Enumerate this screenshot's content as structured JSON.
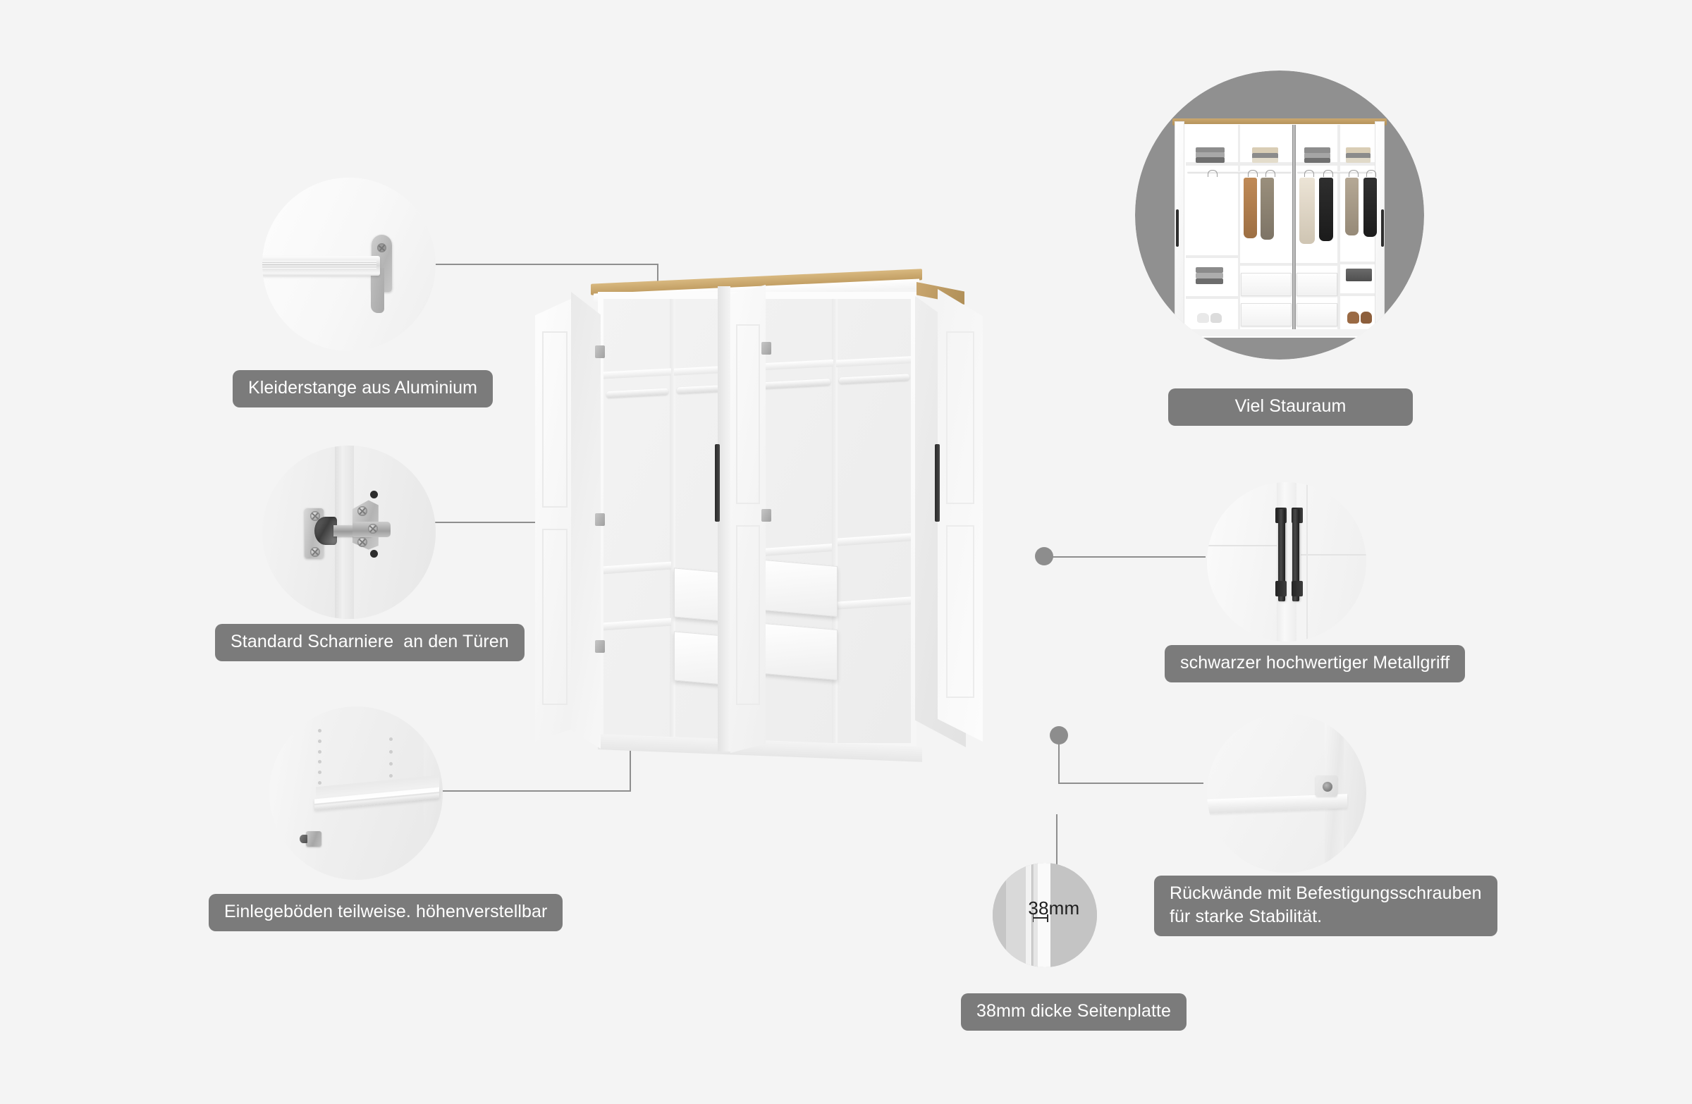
{
  "page": {
    "title": "Kleiderschrank Produkt-Merkmale Infografik",
    "background_color": "#f4f4f4",
    "label_pill_color": "#7b7b7b",
    "label_text_color": "#ffffff",
    "leader_line_color": "#8e8e8e",
    "callout_dot_color": "#8d8d8d",
    "accent_wood_color": "#cba76e",
    "detail_circle_color": "#909090"
  },
  "callouts": [
    {
      "id": "rail",
      "label": "Kleiderstange aus Aluminium",
      "detail_name": "aluminium-clothes-rail-detail",
      "side": "left"
    },
    {
      "id": "hinge",
      "label": "Standard Scharniere  an den Türen",
      "detail_name": "door-hinge-detail",
      "side": "left"
    },
    {
      "id": "shelf",
      "label": "Einlegeböden teilweise. höhenverstellbar",
      "detail_name": "adjustable-shelf-detail",
      "side": "left"
    },
    {
      "id": "storage",
      "label": "Viel Stauraum",
      "detail_name": "full-wardrobe-storage-detail",
      "side": "right"
    },
    {
      "id": "handle",
      "label": "schwarzer hochwertiger Metallgriff",
      "detail_name": "black-metal-handle-detail",
      "side": "right"
    },
    {
      "id": "backpanel",
      "label": "Rückwände mit Befestigungsschrauben\nfür starke Stabilität.",
      "detail_name": "back-panel-screw-detail",
      "side": "right"
    },
    {
      "id": "thickness",
      "label": "38mm dicke Seitenplatte",
      "detail_name": "side-panel-thickness-detail",
      "side": "bottom",
      "dimension_text": "38mm"
    }
  ],
  "product": {
    "name": "wardrobe",
    "door_count": 4,
    "top_trim": "oak",
    "body_color": "white"
  }
}
